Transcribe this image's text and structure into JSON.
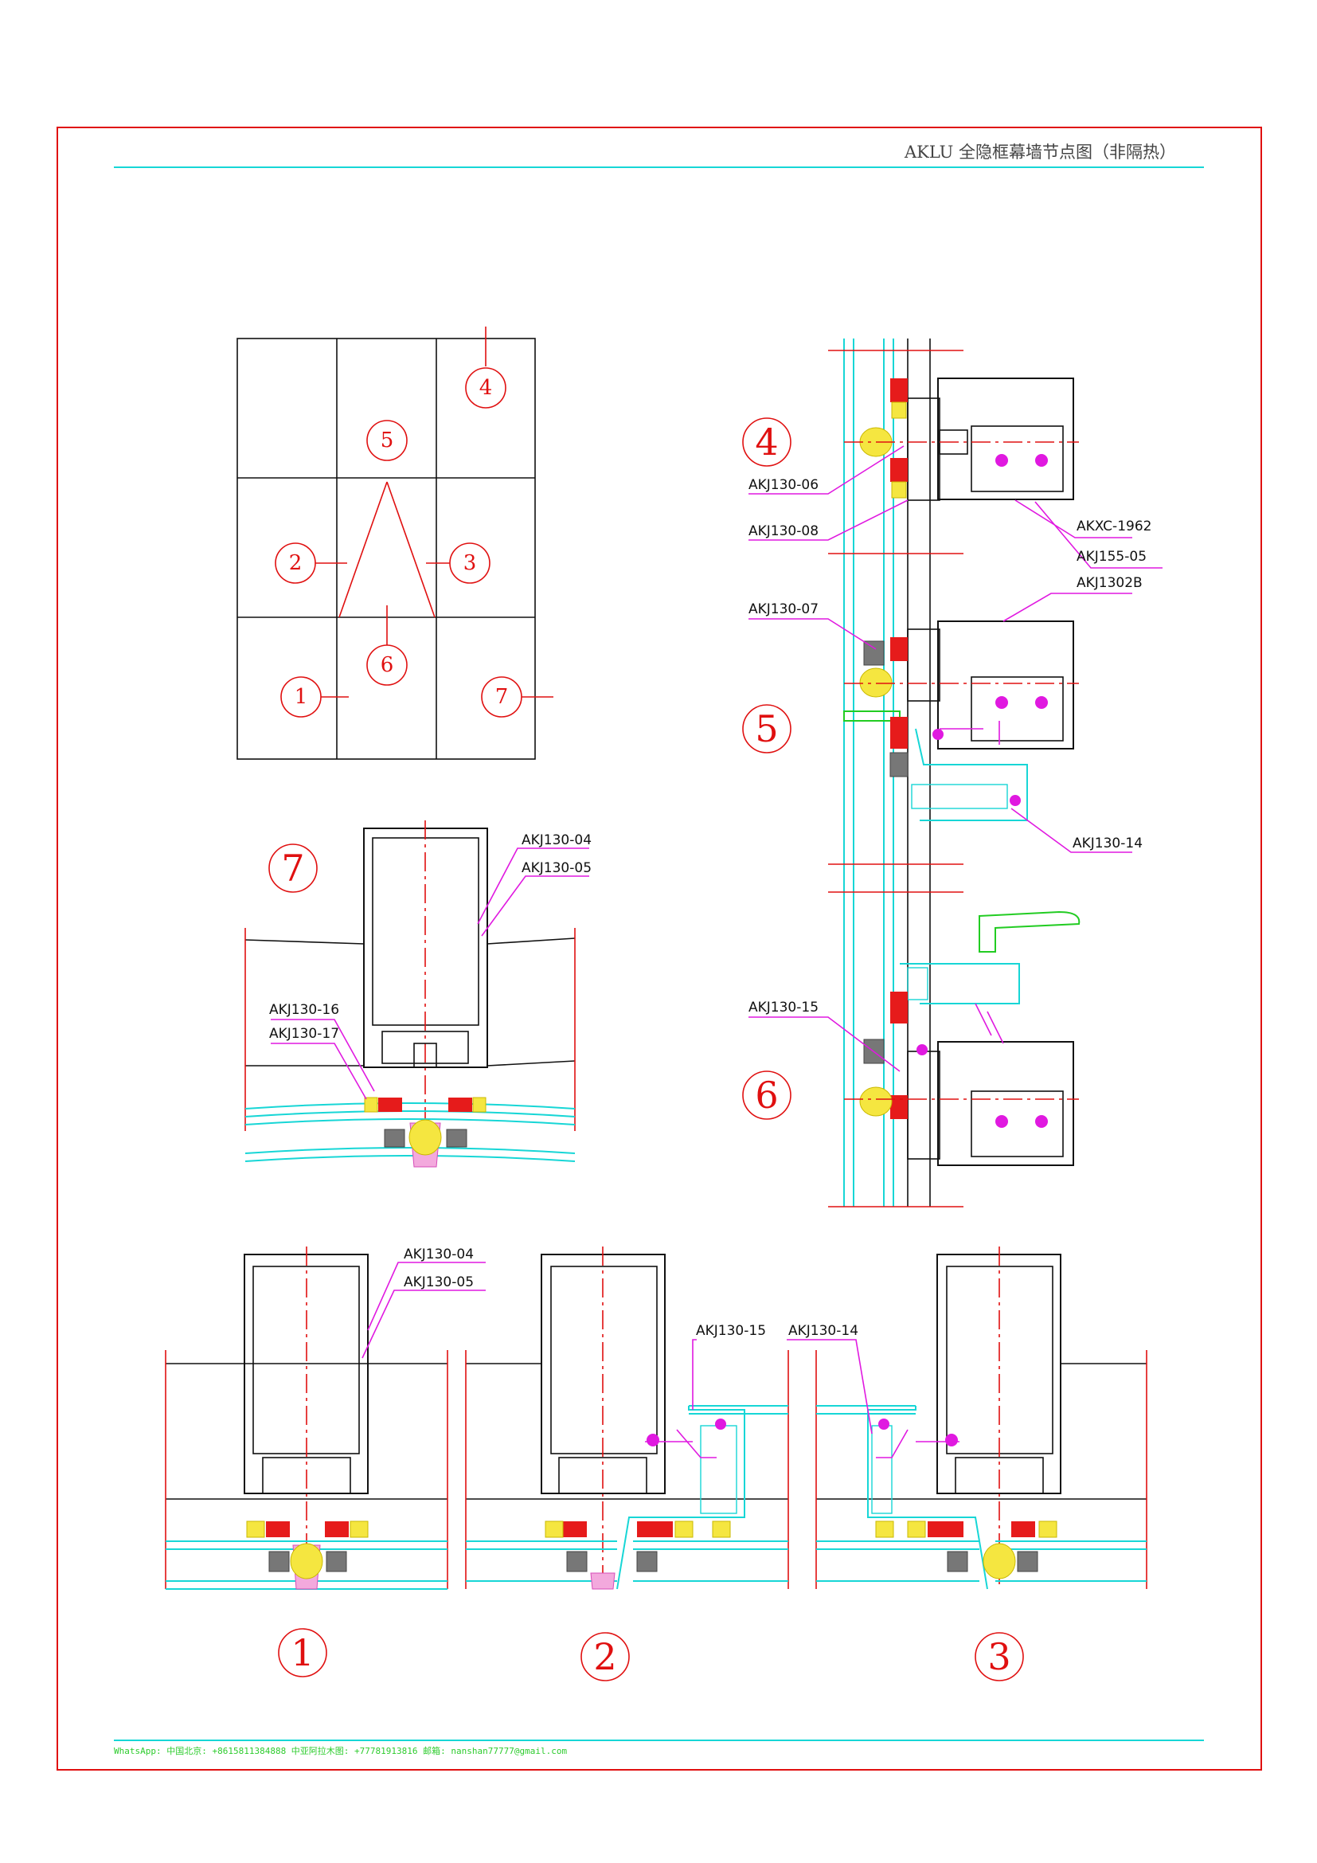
{
  "title": "AKLU  全隐框幕墙节点图（非隔热）",
  "footer": "WhatsApp: 中国北京: +8615811384888   中亚阿拉木图: +77781913816 邮箱:  nanshan77777@gmail.com",
  "index_numbers": [
    "1",
    "2",
    "3",
    "4",
    "5",
    "6",
    "7"
  ],
  "section_numbers": [
    "1",
    "2",
    "3",
    "4",
    "5",
    "6",
    "7"
  ],
  "labels": {
    "s7_04": "AKJ130-04",
    "s7_05": "AKJ130-05",
    "s7_16": "AKJ130-16",
    "s7_17": "AKJ130-17",
    "v_06": "AKJ130-06",
    "v_08": "AKJ130-08",
    "v_1962": "AKXC-1962",
    "v_15505": "AKJ155-05",
    "v_1302b": "AKJ1302B",
    "v_07": "AKJ130-07",
    "v_14": "AKJ130-14",
    "v_15": "AKJ130-15",
    "b1_04": "AKJ130-04",
    "b1_05": "AKJ130-05",
    "b2_15": "AKJ130-15",
    "b3_14": "AKJ130-14"
  }
}
